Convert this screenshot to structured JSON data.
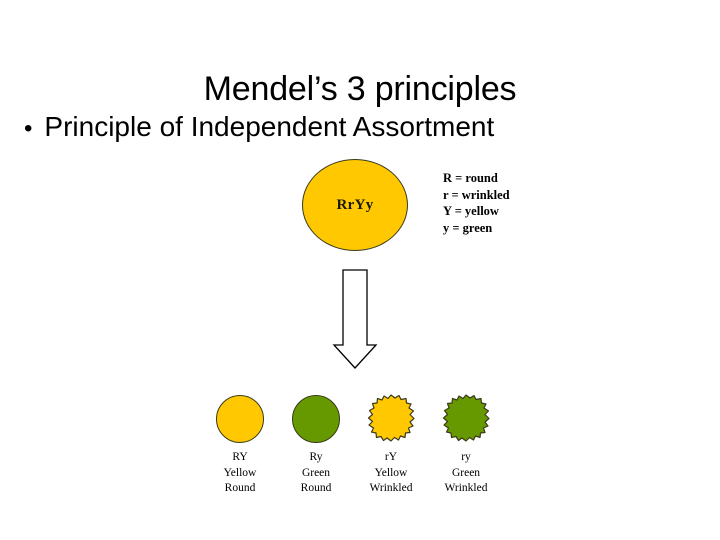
{
  "slide": {
    "title": "Mendel’s 3 principles",
    "bullet_marker": "•",
    "bullet_text": "Principle of Independent Assortment",
    "background_color": "#ffffff"
  },
  "colors": {
    "yellow": "#FFC800",
    "green": "#669900",
    "outline": "#3b3b1a",
    "text": "#000000"
  },
  "parent": {
    "genotype": "RrYy",
    "shape": "round",
    "color": "yellow"
  },
  "arrow": {
    "direction": "down",
    "style": "hollow-outline"
  },
  "legend": {
    "lines": [
      "R = round",
      "r = wrinkled",
      "Y = yellow",
      "y = green"
    ]
  },
  "offspring": [
    {
      "genotype": "RY",
      "color_label": "Yellow",
      "shape_label": "Round",
      "shape": "round",
      "fill": "#FFC800"
    },
    {
      "genotype": "Ry",
      "color_label": "Green",
      "shape_label": "Round",
      "shape": "round",
      "fill": "#669900"
    },
    {
      "genotype": "rY",
      "color_label": "Yellow",
      "shape_label": "Wrinkled",
      "shape": "wrinkled",
      "fill": "#FFC800"
    },
    {
      "genotype": "ry",
      "color_label": "Green",
      "shape_label": "Wrinkled",
      "shape": "wrinkled",
      "fill": "#669900"
    }
  ]
}
